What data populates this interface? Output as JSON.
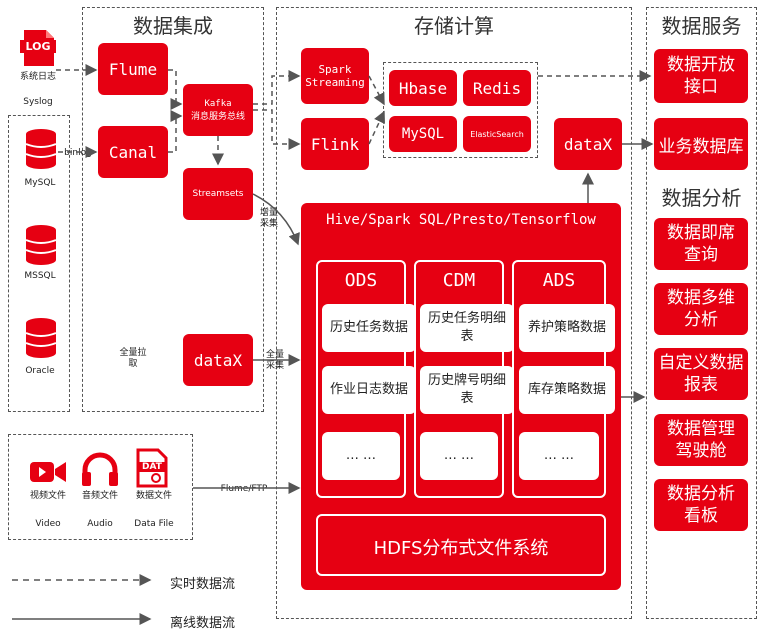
{
  "sections": {
    "integration": "数据集成",
    "storage": "存储计算",
    "service": "数据服务",
    "analysis": "数据分析"
  },
  "sources": {
    "log_icon": "LOG",
    "syslog_label": "系统日志",
    "syslog_en": "Syslog",
    "mysql": "MySQL",
    "mssql": "MSSQL",
    "oracle": "Oracle",
    "binlog": "binlog",
    "video": "视频文件",
    "video_en": "Video",
    "audio": "音频文件",
    "audio_en": "Audio",
    "datafile": "数据文件",
    "datafile_en": "Data File",
    "dat_icon": "DAT"
  },
  "integration": {
    "flume": "Flume",
    "canal": "Canal",
    "kafka": "Kafka",
    "kafka_sub": "消息服务总线",
    "streamsets": "Streamsets",
    "datax": "dataX",
    "full_pull": "全量拉取",
    "incremental": "增量采集",
    "full_collect": "全量采集",
    "flume_ftp": "Flume/FTP"
  },
  "storage": {
    "spark_streaming": "Spark Streaming",
    "flink": "Flink",
    "hbase": "Hbase",
    "redis": "Redis",
    "mysql": "MySQL",
    "elasticsearch": "ElasticSearch",
    "datax": "dataX",
    "warehouse_title": "Hive/Spark SQL/Presto/Tensorflow",
    "ods": "ODS",
    "cdm": "CDM",
    "ads": "ADS",
    "ods_items": [
      "历史任务数据",
      "作业日志数据",
      "… …"
    ],
    "cdm_items": [
      "历史任务明细表",
      "历史牌号明细表",
      "… …"
    ],
    "ads_items": [
      "养护策略数据",
      "库存策略数据",
      "… …"
    ],
    "hdfs": "HDFS分布式文件系统"
  },
  "service": {
    "items": [
      "数据开放接口",
      "业务数据库"
    ],
    "analysis_items": [
      "数据即席查询",
      "数据多维分析",
      "自定义数据报表",
      "数据管理驾驶舱",
      "数据分析看板"
    ]
  },
  "legend": {
    "realtime": "实时数据流",
    "offline": "离线数据流"
  },
  "colors": {
    "accent": "#e60012"
  }
}
